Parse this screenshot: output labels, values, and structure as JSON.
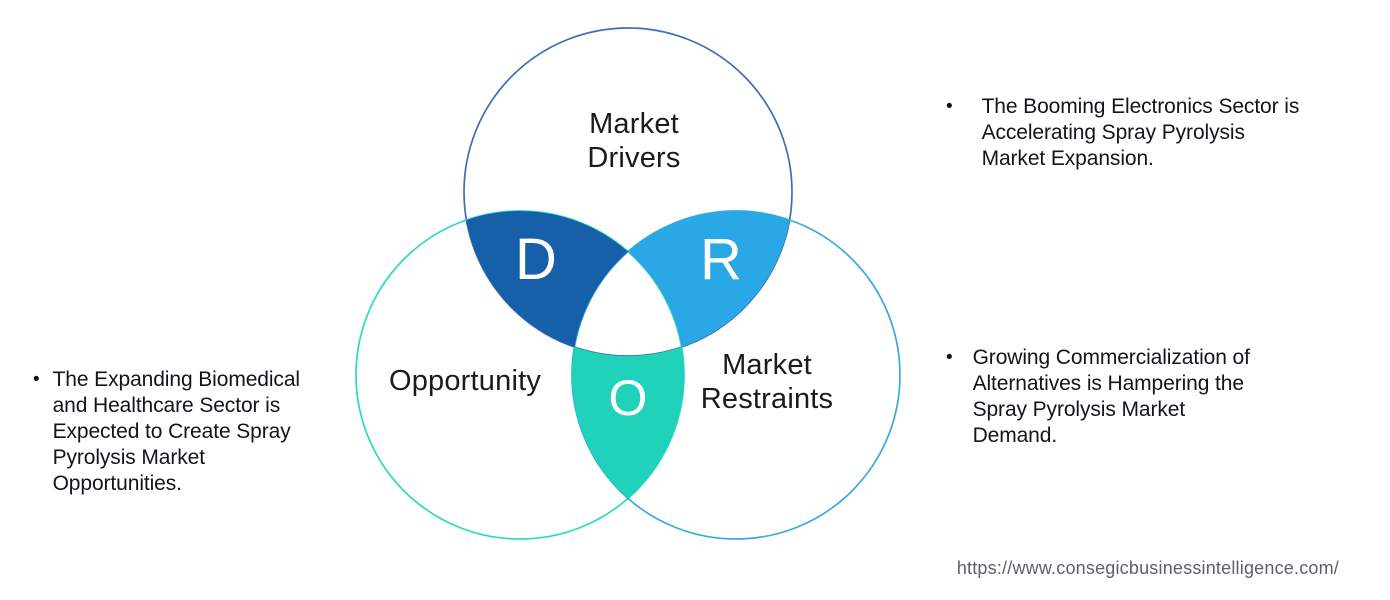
{
  "venn": {
    "circles": [
      {
        "id": "market-drivers",
        "label": "Market\nDrivers",
        "stroke": "#3a70b8"
      },
      {
        "id": "opportunity",
        "label": "Opportunity",
        "stroke": "#2ed9c4"
      },
      {
        "id": "market-restraints",
        "label": "Market\nRestraints",
        "stroke": "#39a9e0"
      }
    ],
    "overlaps": [
      {
        "id": "drivers-overlap",
        "letter": "D",
        "fill": "#1560a8"
      },
      {
        "id": "restraints-overlap",
        "letter": "R",
        "fill": "#2aa7e5"
      },
      {
        "id": "opportunity-overlap",
        "letter": "O",
        "fill": "#20d2b9"
      }
    ]
  },
  "bullets": {
    "drivers": "The Booming Electronics Sector is\nAccelerating Spray Pyrolysis\nMarket Expansion.",
    "restraints": "Growing Commercialization of\nAlternatives is Hampering the\nSpray Pyrolysis Market\nDemand.",
    "opportunity": "The Expanding Biomedical\nand Healthcare Sector is\nExpected to Create Spray\nPyrolysis Market\nOpportunities."
  },
  "glyphs": {
    "bullet": "•"
  },
  "footer": {
    "url": "https://www.consegicbusinessintelligence.com/"
  }
}
